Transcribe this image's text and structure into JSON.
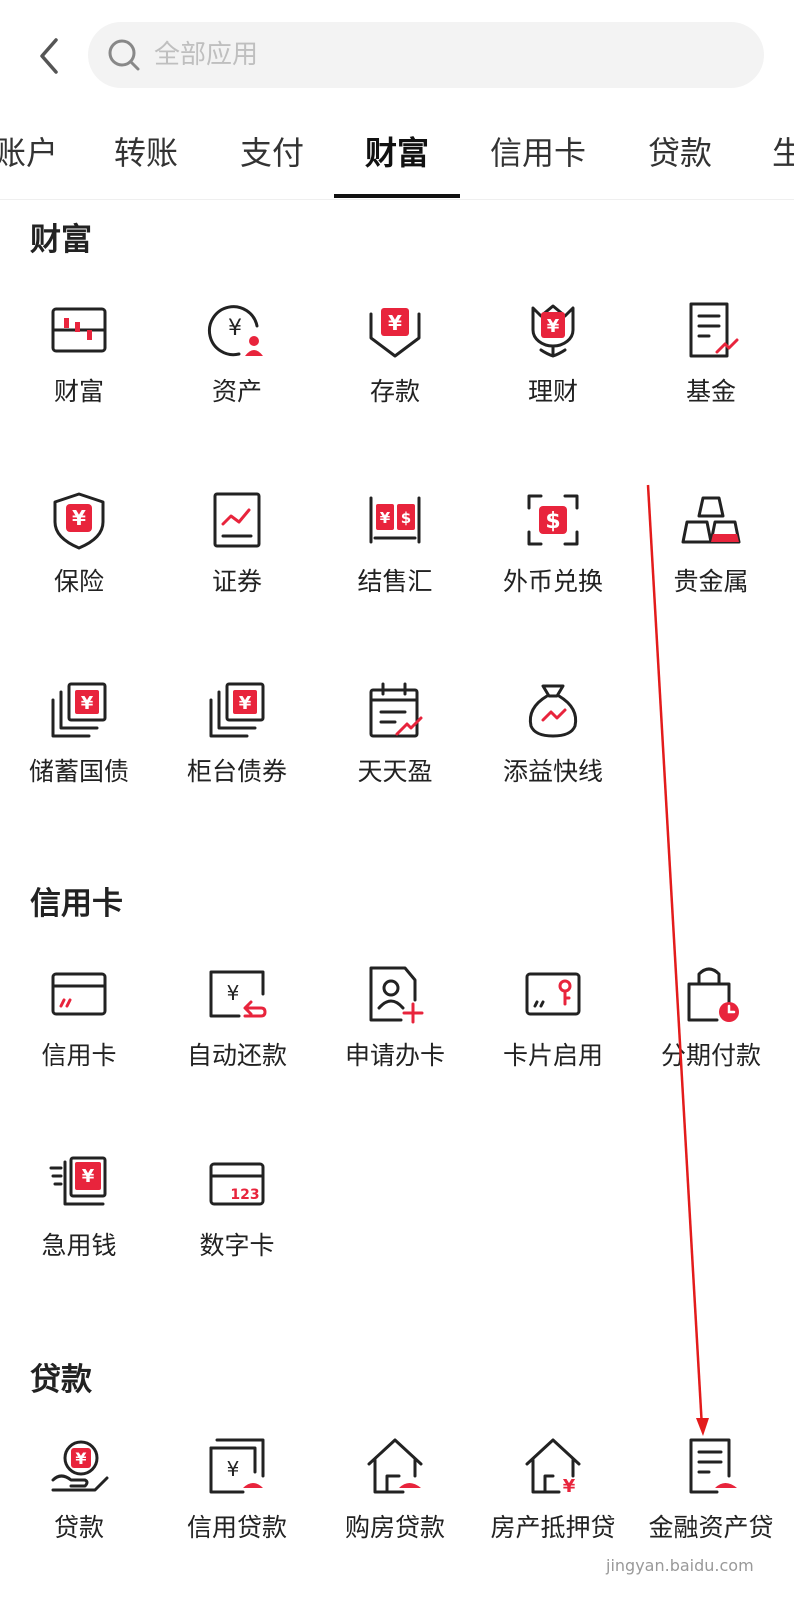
{
  "search": {
    "placeholder": "全部应用"
  },
  "tabs": [
    "账户",
    "转账",
    "支付",
    "财富",
    "信用卡",
    "贷款",
    "生"
  ],
  "active_tab": "财富",
  "sections": {
    "wealth": {
      "title": "财富",
      "items": [
        "财富",
        "资产",
        "存款",
        "理财",
        "基金",
        "保险",
        "证券",
        "结售汇",
        "外币兑换",
        "贵金属",
        "储蓄国债",
        "柜台债券",
        "天天盈",
        "添益快线"
      ]
    },
    "credit": {
      "title": "信用卡",
      "items": [
        "信用卡",
        "自动还款",
        "申请办卡",
        "卡片启用",
        "分期付款",
        "急用钱",
        "数字卡"
      ]
    },
    "loan": {
      "title": "贷款",
      "items": [
        "贷款",
        "信用贷款",
        "购房贷款",
        "房产抵押贷",
        "金融资产贷"
      ]
    }
  },
  "icons": {
    "yuan_symbol": "¥",
    "dollar_symbol": "$",
    "digital_card_number": "123"
  },
  "watermark": "jingyan.baidu.com",
  "colors": {
    "accent": "#e8243c",
    "text": "#222222",
    "search_bg": "#f3f3f3",
    "annotation_arrow": "#e31b1b"
  }
}
